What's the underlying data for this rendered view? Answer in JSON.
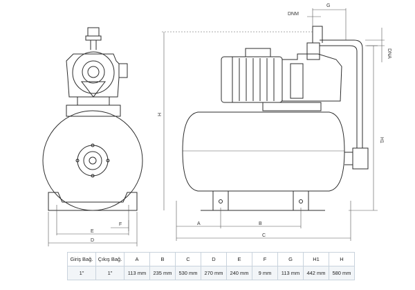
{
  "labels": {
    "dnm": "DNM",
    "g": "G",
    "dna": "DNA",
    "h": "H",
    "h1": "H1",
    "a": "A",
    "b": "B",
    "c": "C",
    "d": "D",
    "e": "E",
    "f": "F"
  },
  "table": {
    "headers": [
      "Giriş Bağ.",
      "Çıkış Bağ.",
      "A",
      "B",
      "C",
      "D",
      "E",
      "F",
      "G",
      "H1",
      "H"
    ],
    "values": [
      "1\"",
      "1\"",
      "113 mm",
      "235 mm",
      "530 mm",
      "270 mm",
      "240 mm",
      "9 mm",
      "113 mm",
      "442 mm",
      "580 mm"
    ]
  },
  "colors": {
    "line": "#2b2b2b",
    "dimension": "#555555",
    "table_border": "#c8d2dc",
    "table_value_bg": "#f2f5f8"
  }
}
